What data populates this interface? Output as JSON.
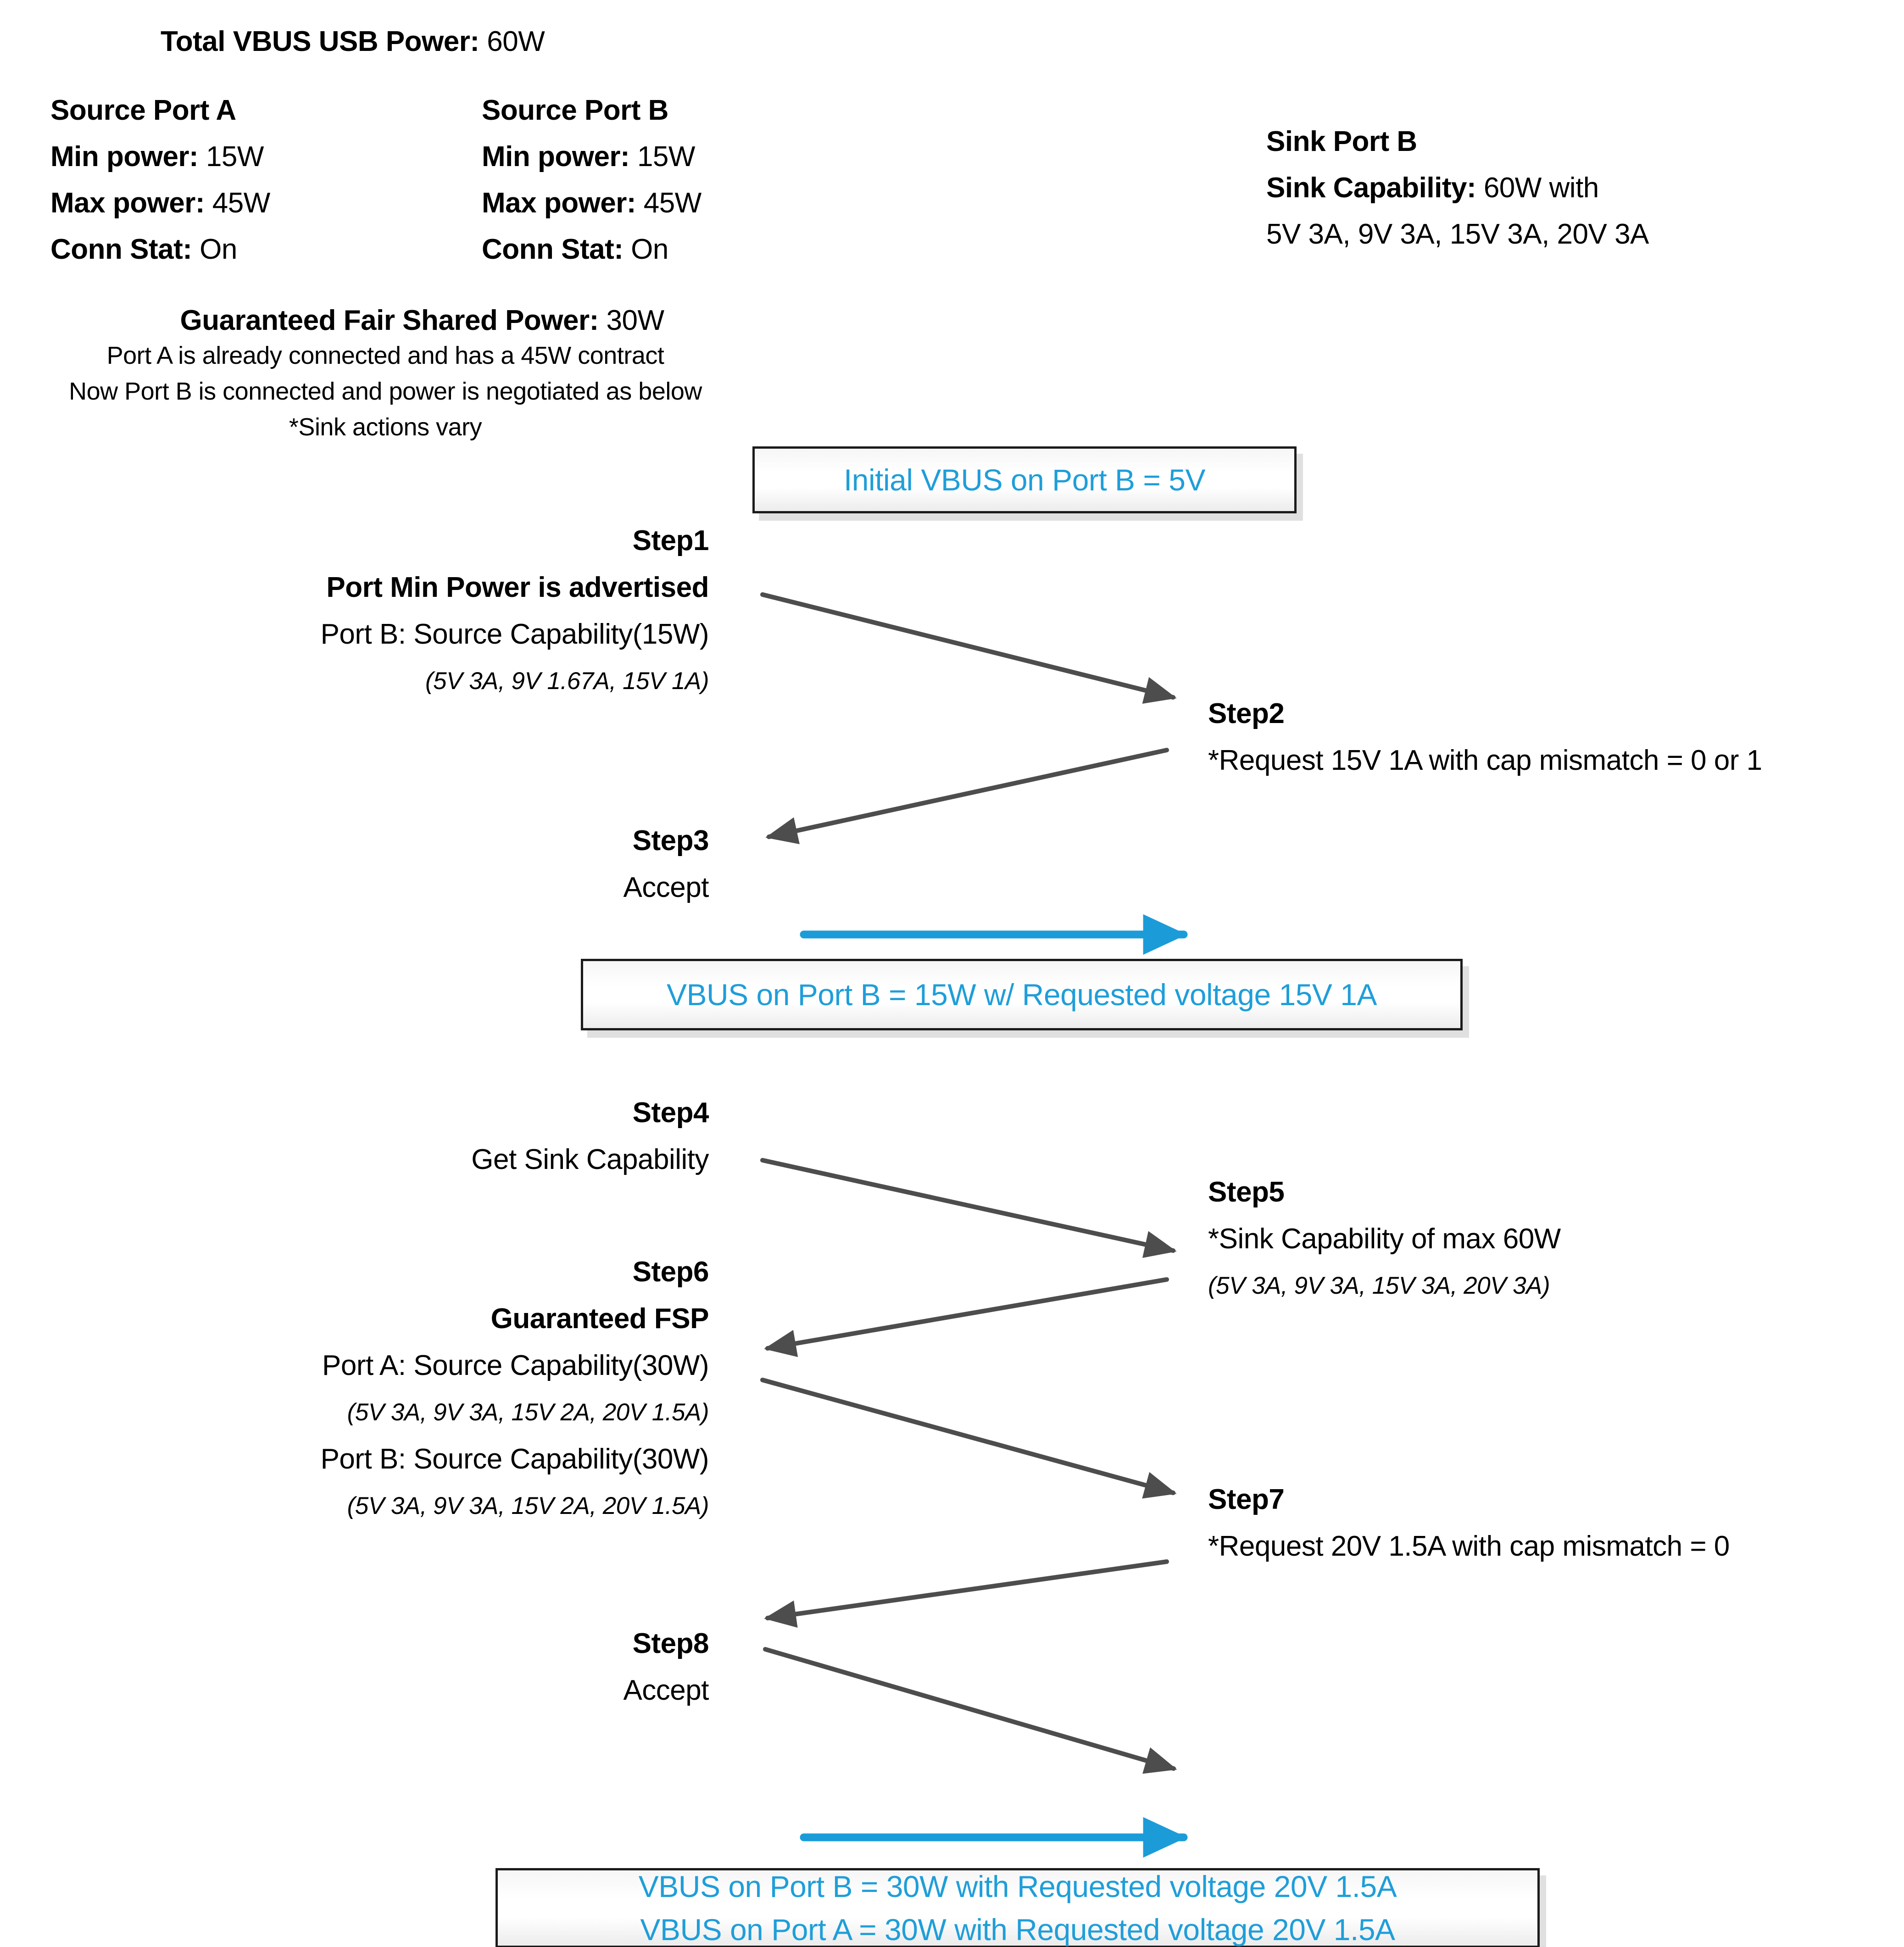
{
  "colors": {
    "accent_blue_text": "#1F9ED9",
    "arrow_blue": "#1B9CD8",
    "arrow_gray": "#4D4D4D",
    "box_border": "#1B1B1B",
    "box_shadow": "#E0E0E0"
  },
  "title": {
    "label": "Total VBUS USB Power:",
    "value": "60W"
  },
  "source_port_a": {
    "title": "Source Port A",
    "rows": [
      {
        "label": "Min power:",
        "value": "15W"
      },
      {
        "label": "Max power:",
        "value": "45W"
      },
      {
        "label": "Conn Stat:",
        "value": "On"
      }
    ]
  },
  "source_port_b": {
    "title": "Source Port B",
    "rows": [
      {
        "label": "Min power:",
        "value": "15W"
      },
      {
        "label": "Max power:",
        "value": "45W"
      },
      {
        "label": "Conn Stat:",
        "value": "On"
      }
    ]
  },
  "sink_port_b": {
    "title": "Sink Port B",
    "cap_label": "Sink Capability:",
    "cap_value": "60W with",
    "cap_detail": "5V 3A, 9V 3A, 15V 3A, 20V 3A"
  },
  "fair_share": {
    "label": "Guaranteed Fair Shared Power:",
    "value": "30W",
    "lines": [
      "Port A is already connected and has a 45W contract",
      "Now Port B is connected and power is negotiated as below",
      "*Sink actions vary"
    ]
  },
  "banners": {
    "initial": "Initial VBUS on Port B = 5V",
    "mid": "VBUS on Port B = 15W w/ Requested voltage 15V 1A",
    "final_line1": "VBUS on Port B = 30W with Requested voltage 20V 1.5A",
    "final_line2": "VBUS on Port A = 30W with Requested voltage 20V 1.5A"
  },
  "steps": [
    {
      "name": "Step1",
      "lines": [
        "Port Min Power is advertised",
        "Port B: Source Capability(15W)",
        "(5V 3A, 9V 1.67A, 15V 1A)"
      ]
    },
    {
      "name": "Step2",
      "lines": [
        "*Request 15V 1A with cap mismatch = 0 or 1"
      ]
    },
    {
      "name": "Step3",
      "lines": [
        "Accept"
      ]
    },
    {
      "name": "Step4",
      "lines": [
        "Get Sink Capability"
      ]
    },
    {
      "name": "Step5",
      "lines": [
        "*Sink Capability of max 60W",
        "(5V 3A, 9V 3A, 15V 3A, 20V 3A)"
      ]
    },
    {
      "name": "Step6",
      "lines": [
        "Guaranteed FSP",
        "Port A: Source Capability(30W)",
        "(5V 3A, 9V 3A, 15V 2A, 20V 1.5A)",
        "Port B: Source Capability(30W)",
        "(5V 3A, 9V 3A, 15V 2A, 20V 1.5A)"
      ]
    },
    {
      "name": "Step7",
      "lines": [
        "*Request 20V 1.5A with cap mismatch = 0"
      ]
    },
    {
      "name": "Step8",
      "lines": [
        "Accept"
      ]
    }
  ]
}
